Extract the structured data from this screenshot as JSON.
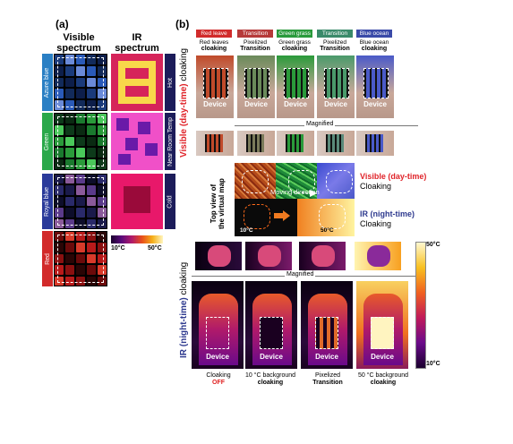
{
  "panel_a": {
    "label": "(a)",
    "col1_title": "Visible\nspectrum",
    "col2_title": "IR\nspectrum",
    "rows": [
      {
        "name": "Azure blue",
        "color": "#2a7fc4",
        "ir_state": "Hot"
      },
      {
        "name": "Green",
        "color": "#2aa84a",
        "ir_state": "Near Room Temp"
      },
      {
        "name": "Royal blue",
        "color": "#2a3a9a",
        "ir_state": "Cold"
      },
      {
        "name": "Red",
        "color": "#d22a2a",
        "ir_state": ""
      }
    ],
    "colorbar": {
      "min_label": "10°C",
      "max_label": "50°C"
    }
  },
  "panel_b": {
    "label": "(b)",
    "side_labels": {
      "visible_title": "Visible (day-time)",
      "visible_suffix": "cloaking",
      "ir_title": "IR (night-time)",
      "ir_suffix": "cloaking",
      "top_view": "Top view of\nthe virtual map"
    },
    "visible_columns": [
      {
        "tag": "Red leave",
        "tag_color": "#d12b2b",
        "line1": "Red leaves",
        "line2": "cloaking"
      },
      {
        "tag": "Transition",
        "tag_color": "#b63a3a",
        "line1": "Pixelized",
        "line2": "Transition"
      },
      {
        "tag": "Green grass",
        "tag_color": "#2a9a3c",
        "line1": "Green grass",
        "line2": "cloaking"
      },
      {
        "tag": "Transition",
        "tag_color": "#3a8a6a",
        "line1": "Pixelized",
        "line2": "Transition"
      },
      {
        "tag": "Blue ocean",
        "tag_color": "#3a4aa8",
        "line1": "Blue ocean",
        "line2": "cloaking"
      }
    ],
    "device_label": "Device",
    "magnified_label": "Magnified",
    "map": {
      "moving_direction": "Moving direction",
      "visible_cloaking_1": "Visible (day-time)",
      "visible_cloaking_2": "Cloaking",
      "ir_cloaking_1": "IR (night-time)",
      "ir_cloaking_2": "Cloaking",
      "temp_low": "10°C",
      "temp_high": "50°C"
    },
    "ir_colorbar": {
      "max_label": "50°C",
      "min_label": "10°C"
    },
    "ir_captions": [
      {
        "line1": "Cloaking",
        "line2": "OFF",
        "line2_color": "#e02020"
      },
      {
        "line1": "10 °C background",
        "line2": "cloaking",
        "line2_color": "#000"
      },
      {
        "line1": "Pixelized",
        "line2": "Transition",
        "line2_color": "#000"
      },
      {
        "line1": "50 °C background",
        "line2": "cloaking",
        "line2_color": "#000"
      }
    ]
  },
  "colors": {
    "visible_red": "#e0242a",
    "ir_blue": "#2e3a8f"
  }
}
